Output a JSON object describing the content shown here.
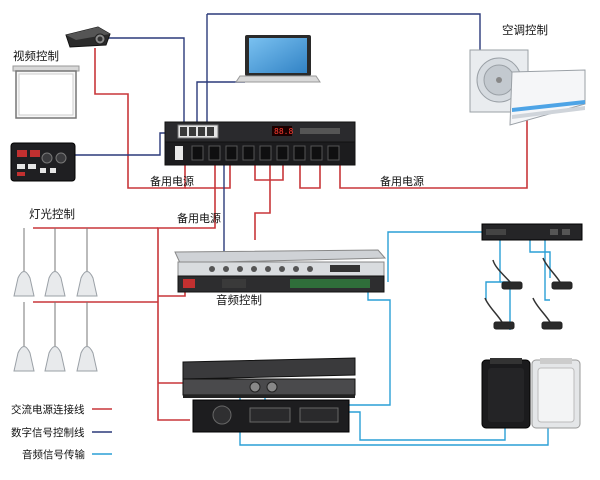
{
  "labels": {
    "video_control": "视频控制",
    "ac_control": "空调控制",
    "lighting_control": "灯光控制",
    "audio_control": "音频控制",
    "backup_power_left": "备用电源",
    "backup_power_right": "备用电源",
    "backup_power_mid": "备用电源"
  },
  "legend": [
    {
      "label": "交流电源连接线",
      "color": "#c8373a"
    },
    {
      "label": "数字信号控制线",
      "color": "#2b3a7a"
    },
    {
      "label": "音频信号传输",
      "color": "#2a9fd6"
    }
  ],
  "colors": {
    "power_line": "#c8373a",
    "control_line": "#2b3a7a",
    "audio_line": "#2a9fd6"
  },
  "device_display": {
    "power_sequencer_readout": "88.8"
  }
}
